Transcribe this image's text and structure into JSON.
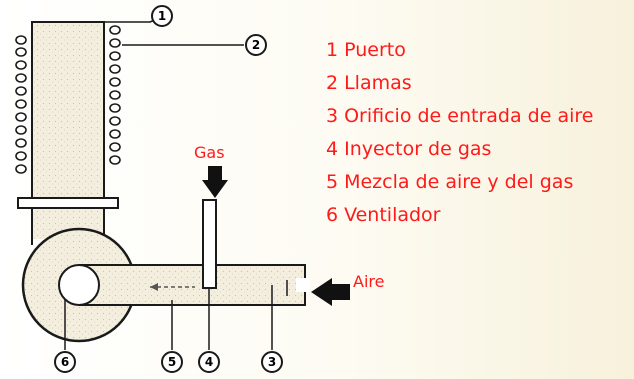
{
  "legend": {
    "items": [
      {
        "num": "1",
        "label": "Puerto"
      },
      {
        "num": "2",
        "label": "Llamas"
      },
      {
        "num": "3",
        "label": "Orificio de entrada de aire"
      },
      {
        "num": "4",
        "label": "Inyector de gas"
      },
      {
        "num": "5",
        "label": "Mezcla de aire y del gas"
      },
      {
        "num": "6",
        "label": "Ventilador"
      }
    ]
  },
  "labels": {
    "gas": "Gas",
    "aire": "Aire"
  },
  "callouts": [
    "1",
    "2",
    "3",
    "4",
    "5",
    "6"
  ],
  "colors": {
    "label_red": "#ff1a1a",
    "line": "#1a1a1a",
    "tube_fill": "#f4eede"
  }
}
